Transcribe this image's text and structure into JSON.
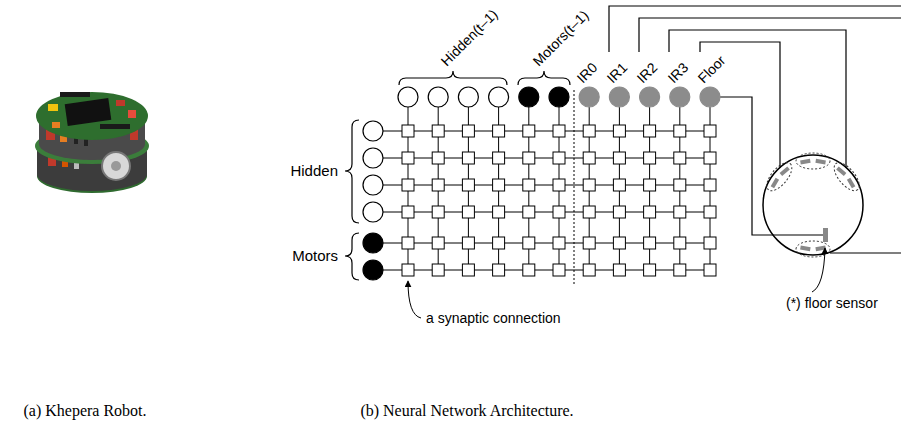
{
  "diagram": {
    "labels": [
      "Hidden(t–1)",
      "Motors(t–1)",
      "IR0",
      "IR1",
      "IR2",
      "IR3",
      "Floor",
      "Hidden",
      "Motors",
      "a synaptic connection",
      "(*) floor sensor",
      "(a) Khepera Robot.",
      "(b) Neural Network Architecture."
    ]
  }
}
